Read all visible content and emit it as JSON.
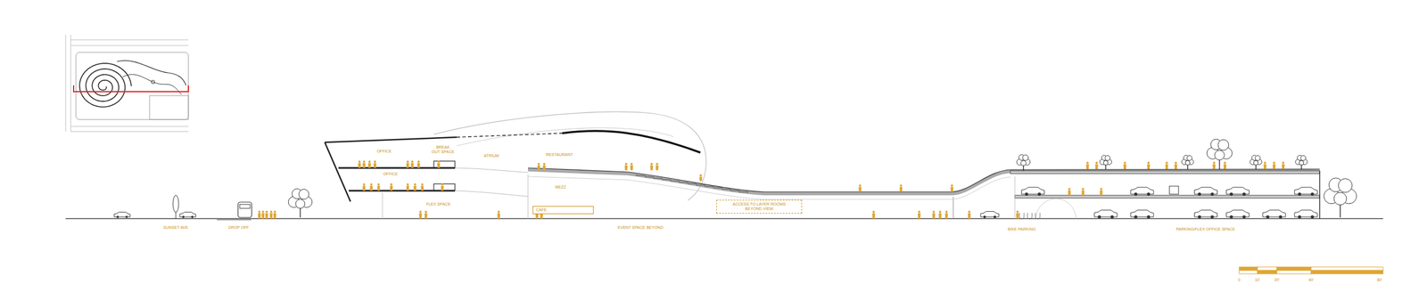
{
  "diagram": {
    "nodes": [
      {
        "text": [
          "CAFE"
        ]
      },
      {
        "text": [
          "ACCESS TO LAYER ROOMS BEYOND VIEW"
        ]
      }
    ],
    "labels": [
      "OFFICE",
      "BREAK OUT SPACE",
      "OFFICE",
      "ATRIUM",
      "RESTAURANT",
      "MEZZ",
      "FLEX SPACE",
      "EVENT SPACE BEYOND",
      "SUNSET AVE",
      "DROP OFF",
      "BIKE PARKING",
      "PARKING/FLEX OFFICE SPACE",
      "0",
      "10'",
      "20'",
      "40'",
      "80'"
    ]
  }
}
